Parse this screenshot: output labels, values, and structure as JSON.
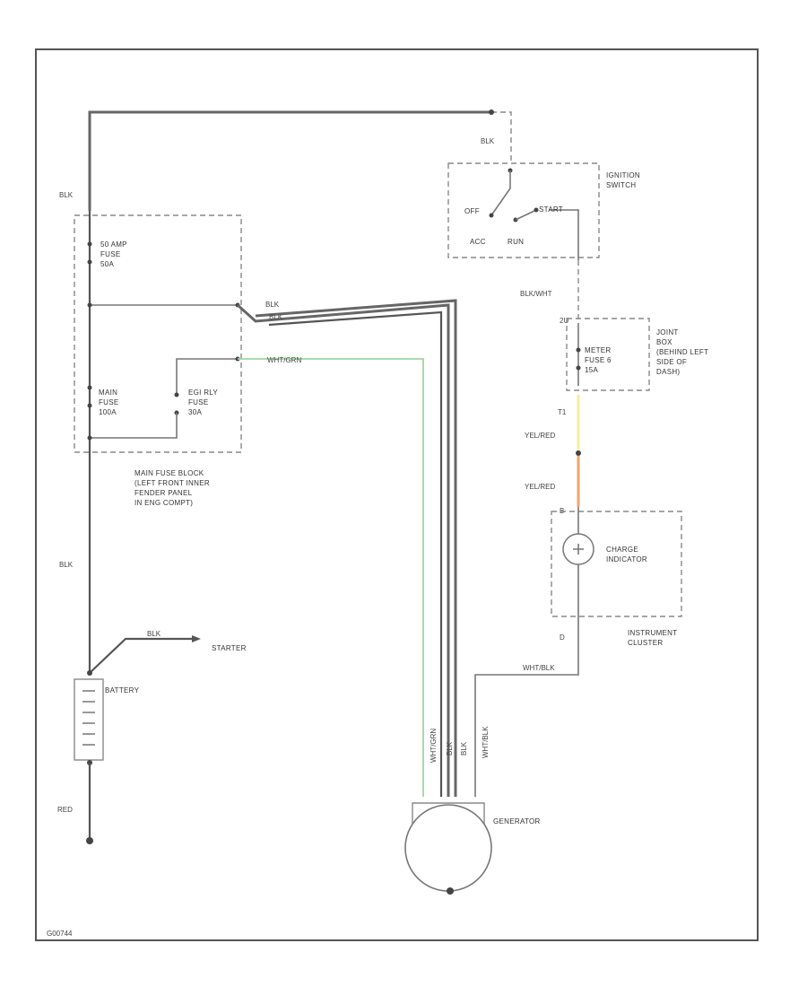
{
  "title": "",
  "colors": {
    "wire": "#777777",
    "green_wire": "#9fd79f",
    "yellow_wire": "#f4f09a",
    "orange_wire": "#f2a66a"
  },
  "components": {
    "ignition_switch": "IGNITION\nSWITCH",
    "ign_off": "OFF",
    "ign_start": "START",
    "ign_acc": "ACC",
    "ign_run": "RUN",
    "fuse_50a": "50 AMP\nFUSE\n50A",
    "fuse_main": "MAIN\nFUSE\n100A",
    "fuse_egi": "EGI RLY\nFUSE\n30A",
    "main_fuse_block": "MAIN FUSE BLOCK\n(LEFT FRONT INNER\nFENDER PANEL\nIN ENG COMPT)",
    "meter_fuse": "METER\nFUSE 6\n15A",
    "joint_box": "JOINT\nBOX\n(BEHIND LEFT\nSIDE OF\nDASH)",
    "charge_indicator": "CHARGE\nINDICATOR",
    "instrument_cluster": "INSTRUMENT\nCLUSTER",
    "starter": "STARTER",
    "battery": "BATTERY",
    "generator": "GENERATOR",
    "figure_id": "G00744"
  },
  "wires": {
    "blk_top": "BLK",
    "blk_left": "BLK",
    "blk_ign": "BLK",
    "blk_right1": "BLK",
    "blk_right2": "BLK",
    "wht_grn": "WHT/GRN",
    "blk_wht": "BLK/WHT",
    "yel_red_1": "YEL/RED",
    "yel_red_2": "YEL/RED",
    "blk_lower": "BLK",
    "blk_red_starter": "BLK",
    "red_ground": "RED",
    "wht_blk": "WHT/BLK",
    "gen_wht_grn": "WHT/GRN",
    "gen_blk1": "BLK",
    "gen_blk2": "BLK",
    "gen_wht_blk": "WHT/BLK",
    "pin_t1": "T1",
    "pin_2u": "2U",
    "pin_b": "B",
    "pin_d": "D"
  }
}
